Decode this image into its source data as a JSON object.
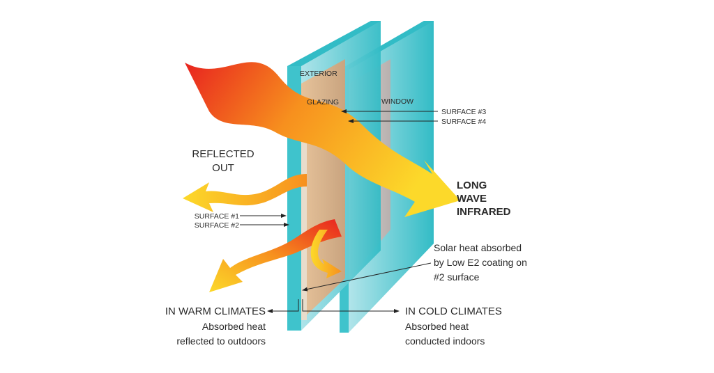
{
  "labels": {
    "exterior": "EXTERIOR",
    "glazing": "GLAZING",
    "window": "WINDOW",
    "surface3": "SURFACE #3",
    "surface4": "SURFACE #4",
    "surface1": "SURFACE #1",
    "surface2": "SURFACE #2",
    "reflected_out": [
      "REFLECTED",
      "OUT"
    ],
    "long_wave": [
      "LONG",
      "WAVE",
      "INFRARED"
    ],
    "solar_heat": [
      "Solar heat absorbed",
      "by Low E2 coating on",
      "#2 surface"
    ],
    "warm": {
      "title": "IN WARM CLIMATES",
      "lines": [
        "Absorbed heat",
        "reflected to outdoors"
      ]
    },
    "cold": {
      "title": "IN COLD CLIMATES",
      "lines": [
        "Absorbed heat",
        "conducted indoors"
      ]
    }
  },
  "colors": {
    "glass": "#3fc3cc",
    "glass_light": "#bfe9ee",
    "glazing": "#e3bc93",
    "heat_red": "#e8231f",
    "heat_orange": "#f7901e",
    "heat_yellow": "#fcd92a"
  }
}
